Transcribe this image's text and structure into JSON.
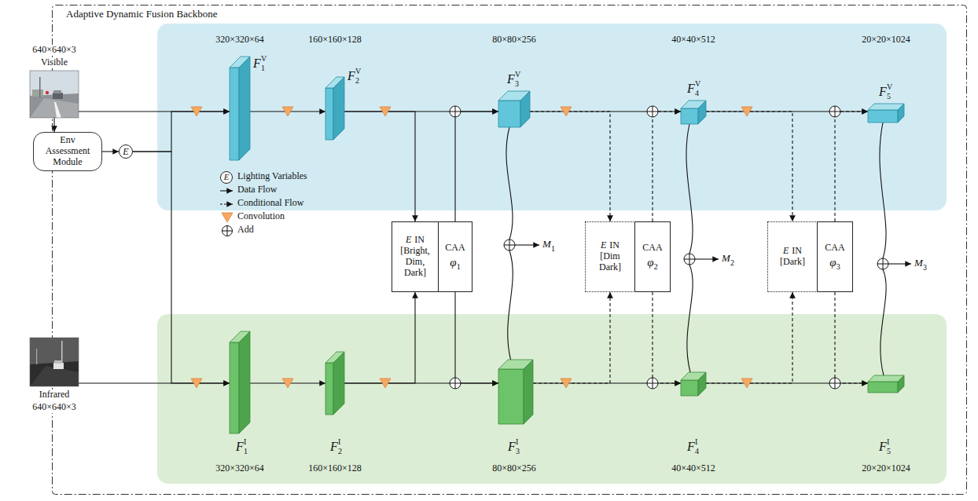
{
  "diagram": {
    "nodes": [
      {
        "text": [
          "Adaptive Dynamic Fusion Backbone"
        ]
      },
      {
        "text": [
          "640×640×3",
          "Visible"
        ]
      },
      {
        "text": [
          "Infrared",
          "640×640×3"
        ]
      },
      {
        "text": [
          "Env Assessment Module"
        ]
      },
      {
        "text": [
          "E"
        ],
        "in": 0
      },
      {
        "text": [
          "320×320×64",
          "F",
          "1",
          "V"
        ],
        "in": 0
      },
      {
        "text": [
          "160×160×128",
          "F",
          "2",
          "V"
        ],
        "in": 0
      },
      {
        "text": [
          "80×80×256",
          "F",
          "3",
          "V"
        ],
        "in": 0
      },
      {
        "text": [
          "40×40×512",
          "F",
          "4",
          "V"
        ],
        "in": 0
      },
      {
        "text": [
          "20×20×1024",
          "F",
          "5",
          "V"
        ],
        "in": 0
      },
      {
        "text": [
          "F",
          "1",
          "I",
          "320×320×64"
        ],
        "in": 0
      },
      {
        "text": [
          "F",
          "2",
          "I",
          "160×160×128"
        ],
        "in": 0
      },
      {
        "text": [
          "F",
          "3",
          "I",
          "80×80×256"
        ],
        "in": 0
      },
      {
        "text": [
          "F",
          "4",
          "I",
          "40×40×512"
        ],
        "in": 0
      },
      {
        "text": [
          "F",
          "5",
          "I",
          "20×20×1024"
        ],
        "in": 0
      },
      {
        "text": [
          "E",
          "IN [Bright, Dim, Dark]"
        ],
        "in": 0
      },
      {
        "text": [
          "CAA",
          "φ",
          "1"
        ],
        "in": 0
      },
      {
        "text": [
          "E",
          "IN [Dim Dark]"
        ],
        "in": 0
      },
      {
        "text": [
          "CAA",
          "φ",
          "2"
        ],
        "in": 0
      },
      {
        "text": [
          "E",
          "IN [Dark]"
        ],
        "in": 0
      },
      {
        "text": [
          "CAA",
          "φ",
          "3"
        ],
        "in": 0
      }
    ],
    "edges": [
      {
        "from": 1,
        "to": 3,
        "arrow": "to"
      },
      {
        "from": 3,
        "to": 4,
        "arrow": "to"
      },
      {
        "from": 1,
        "to": 5,
        "arrow": "to"
      },
      {
        "from": 4,
        "to": 5,
        "arrow": "to"
      },
      {
        "from": 2,
        "to": 10,
        "arrow": "to"
      },
      {
        "from": 4,
        "to": 10,
        "arrow": "to"
      },
      {
        "from": 5,
        "to": 6,
        "arrow": "to"
      },
      {
        "from": 6,
        "to": 7,
        "arrow": "to"
      },
      {
        "from": 7,
        "to": 8,
        "arrow": "to"
      },
      {
        "from": 8,
        "to": 9,
        "arrow": "to"
      },
      {
        "from": 10,
        "to": 11,
        "arrow": "to"
      },
      {
        "from": 11,
        "to": 12,
        "arrow": "to"
      },
      {
        "from": 12,
        "to": 13,
        "arrow": "to"
      },
      {
        "from": 13,
        "to": 14,
        "arrow": "to"
      },
      {
        "from": 6,
        "to": 15,
        "arrow": "to"
      },
      {
        "from": 11,
        "to": 15,
        "arrow": "to"
      },
      {
        "from": 16,
        "to": 7,
        "arrow": "to"
      },
      {
        "from": 16,
        "to": 12,
        "arrow": "to"
      },
      {
        "from": 7,
        "to": 17,
        "arrow": "to"
      },
      {
        "from": 12,
        "to": 17,
        "arrow": "to"
      },
      {
        "from": 18,
        "to": 8,
        "arrow": "to"
      },
      {
        "from": 18,
        "to": 13,
        "arrow": "to"
      },
      {
        "from": 8,
        "to": 19,
        "arrow": "to"
      },
      {
        "from": 13,
        "to": 19,
        "arrow": "to"
      },
      {
        "from": 20,
        "to": 9,
        "arrow": "to"
      },
      {
        "from": 20,
        "to": 14,
        "arrow": "to"
      }
    ],
    "labels": [
      "E",
      "M",
      "1",
      "M",
      "2",
      "M",
      "3"
    ],
    "legend": [
      {
        "text": "Lighting Variables"
      },
      {
        "text": "Data Flow"
      },
      {
        "text": "Conditional Flow"
      },
      {
        "text": "Convolution"
      },
      {
        "text": "Add"
      }
    ]
  }
}
